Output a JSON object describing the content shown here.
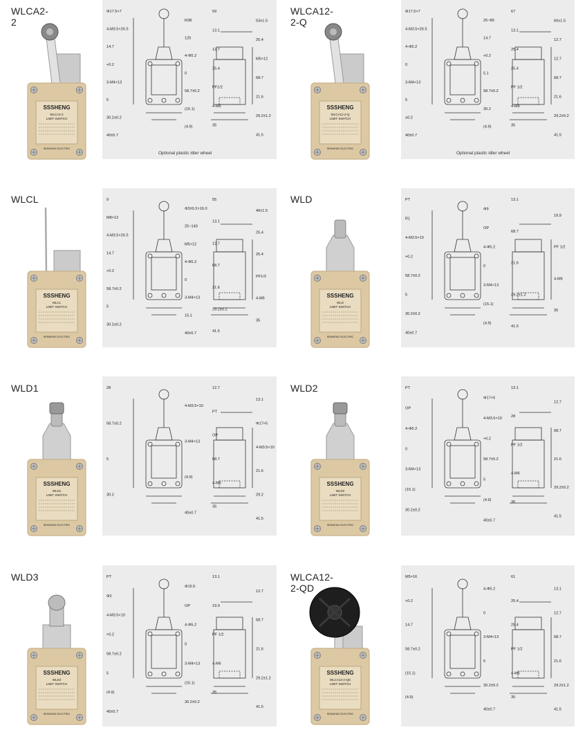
{
  "colors": {
    "panel_bg": "#ececec",
    "body_beige": "#dcc9a4",
    "body_beige_dark": "#c7b18a",
    "logo_green": "#3aa23a",
    "metal": "#c9c9c9",
    "line": "#333333"
  },
  "products": [
    {
      "model": "WLCA2-2",
      "actuator": "roller-lever",
      "logo": "SSSHENG",
      "plate_title": "WLCA2-2",
      "caption": "Optional plastic idler wheel",
      "front_dims": [
        "Φ17.5×7",
        "R38",
        "4-M3.5×26.5",
        "125",
        "14.7",
        "4-Φ5.2",
        "+0.2",
        "0",
        "3-M4×13",
        "58.7±0.2",
        "5",
        "(15.1)",
        "30.2±0.2",
        "(4.9)",
        "40±0.7"
      ],
      "side_dims": [
        "59",
        "53±1.5",
        "13.1",
        "25.4",
        "12.7",
        "M5×12",
        "25.4",
        "68.7",
        "PF1/2",
        "21.6",
        "4-M6",
        "29.2±1.2",
        "35",
        "41.5"
      ]
    },
    {
      "model": "WLCA12-2-Q",
      "actuator": "adjustable-roller-lever",
      "logo": "SSSHENG",
      "plate_title": "WLCA12-2-Q",
      "caption": "Optional plastic idler wheel",
      "front_dims": [
        "Φ17.5×7",
        "25~89",
        "4-M3.5×26.5",
        "14.7",
        "4-Φ5.2",
        "+0.2",
        "0",
        "5.1",
        "3-M4×13",
        "58.7±0.2",
        "5",
        "30.2",
        "±0.2",
        "(4.9)",
        "40±0.7"
      ],
      "side_dims": [
        "67",
        "60±1.5",
        "13.1",
        "12.7",
        "25.4",
        "12.7",
        "25.4",
        "68.7",
        "PF 1/2",
        "21.6",
        "4-M6",
        "29.2±0.2",
        "35",
        "41.5"
      ]
    },
    {
      "model": "WLCL",
      "actuator": "rod-lever",
      "logo": "SSSHENG",
      "plate_title": "WLCL",
      "caption": "",
      "front_dims": [
        "9",
        "Φ3±0.2×16.0",
        "M8×12",
        "25~140",
        "4-M3.5×26.5",
        "M5×12",
        "14.7",
        "4-Φ5.2",
        "+0.2",
        "0",
        "58.7±0.2",
        "3-M4×13",
        "5",
        "15.1",
        "30.2±0.2",
        "40±0.7"
      ],
      "side_dims": [
        "55",
        "46±1.5",
        "13.1",
        "25.4",
        "12.7",
        "25.4",
        "68.7",
        "PF1/2",
        "21.6",
        "4-M6",
        "29.2±0.2",
        "35",
        "41.5"
      ]
    },
    {
      "model": "WLD",
      "actuator": "top-plunger",
      "logo": "SSSHENG",
      "plate_title": "WLD",
      "caption": "",
      "front_dims": [
        "PT",
        "Φ9",
        "R1",
        "OP",
        "4-M3.5×10",
        "4-Φ5.2",
        "+0.2",
        "0",
        "58.7±0.2",
        "3-M4×13",
        "5",
        "(15.1)",
        "30.2±0.2",
        "(4.9)",
        "40±0.7"
      ],
      "side_dims": [
        "13.1",
        "19.9",
        "68.7",
        "PF 1/2",
        "21.6",
        "4-M6",
        "29.2±1.2",
        "35",
        "41.5"
      ]
    },
    {
      "model": "WLD1",
      "actuator": "top-roller-plunger",
      "logo": "SSSHENG",
      "plate_title": "WLD1",
      "caption": "",
      "front_dims": [
        "28",
        "4-M3.5×10",
        "58.7±0.2",
        "3-M4×13",
        "5",
        "(4.9)",
        "30.2",
        "40±0.7"
      ],
      "side_dims": [
        "12.7",
        "13.1",
        "PT",
        "Φ17×5",
        "OP",
        "4-M3.5×10",
        "68.7",
        "21.6",
        "4-M6",
        "29.2",
        "35",
        "41.5"
      ]
    },
    {
      "model": "WLD2",
      "actuator": "top-roller-plunger",
      "logo": "SSSHENG",
      "plate_title": "WLD2",
      "caption": "",
      "front_dims": [
        "PT",
        "Φ17×5",
        "OP",
        "4-M3.5×10",
        "4-Φ5.2",
        "+0.2",
        "0",
        "58.7±0.2",
        "3-M4×13",
        "5",
        "(15.1)",
        "(4.9)",
        "30.2±0.2",
        "40±0.7"
      ],
      "side_dims": [
        "13.1",
        "12.7",
        "28",
        "68.7",
        "PF 1/2",
        "21.6",
        "4-M6",
        "29.2±0.2",
        "35",
        "41.5"
      ]
    },
    {
      "model": "WLD3",
      "actuator": "ball-plunger",
      "logo": "SSSHENG",
      "plate_title": "WLD3",
      "caption": "",
      "front_dims": [
        "PT",
        "Φ15.5",
        "Φ2",
        "OP",
        "4-M3.5×10",
        "4-Φ5.2",
        "+0.2",
        "0",
        "58.7±0.2",
        "3-M4×13",
        "5",
        "(15.1)",
        "(4.9)",
        "30.2±0.2",
        "40±0.7"
      ],
      "side_dims": [
        "13.1",
        "12.7",
        "19.9",
        "68.7",
        "PF 1/2",
        "21.6",
        "4-M6",
        "29.2±1.2",
        "35",
        "41.5"
      ]
    },
    {
      "model": "WLCA12-2-QD",
      "actuator": "large-wheel-lever",
      "logo": "SSSHENG",
      "plate_title": "WLCA12-2-QD",
      "caption": "",
      "front_dims": [
        "M5×16",
        "4-Φ5.2",
        "+0.2",
        "0",
        "14.7",
        "3-M4×13",
        "58.7±0.2",
        "5",
        "(15.1)",
        "30.2±0.2",
        "(4.9)",
        "40±0.7"
      ],
      "side_dims": [
        "61",
        "13.1",
        "25.4",
        "12.7",
        "25.4",
        "68.7",
        "PF 1/2",
        "21.6",
        "4-M6",
        "29.2±1.2",
        "35",
        "41.5"
      ]
    }
  ],
  "plate_lines": [
    "LIMIT SWITCH",
    "SENHENG ELECTRIC"
  ]
}
